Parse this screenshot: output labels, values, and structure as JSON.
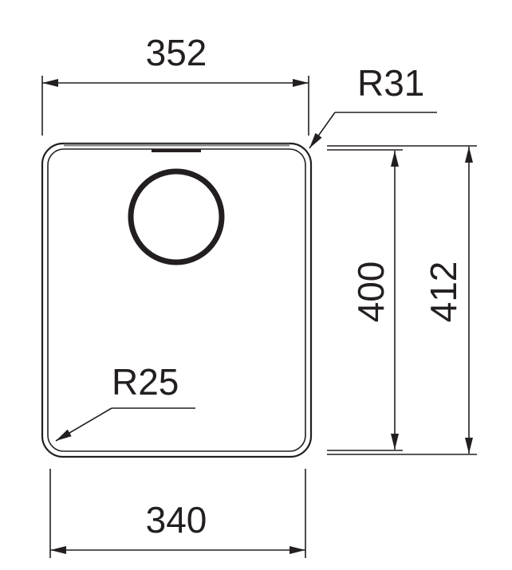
{
  "dimensions": {
    "top_width": "352",
    "bottom_width": "340",
    "inner_height": "400",
    "outer_height": "412",
    "corner_radius_outer": "R31",
    "corner_radius_inner": "R25"
  },
  "colors": {
    "line": "#231f20",
    "background": "#ffffff"
  }
}
